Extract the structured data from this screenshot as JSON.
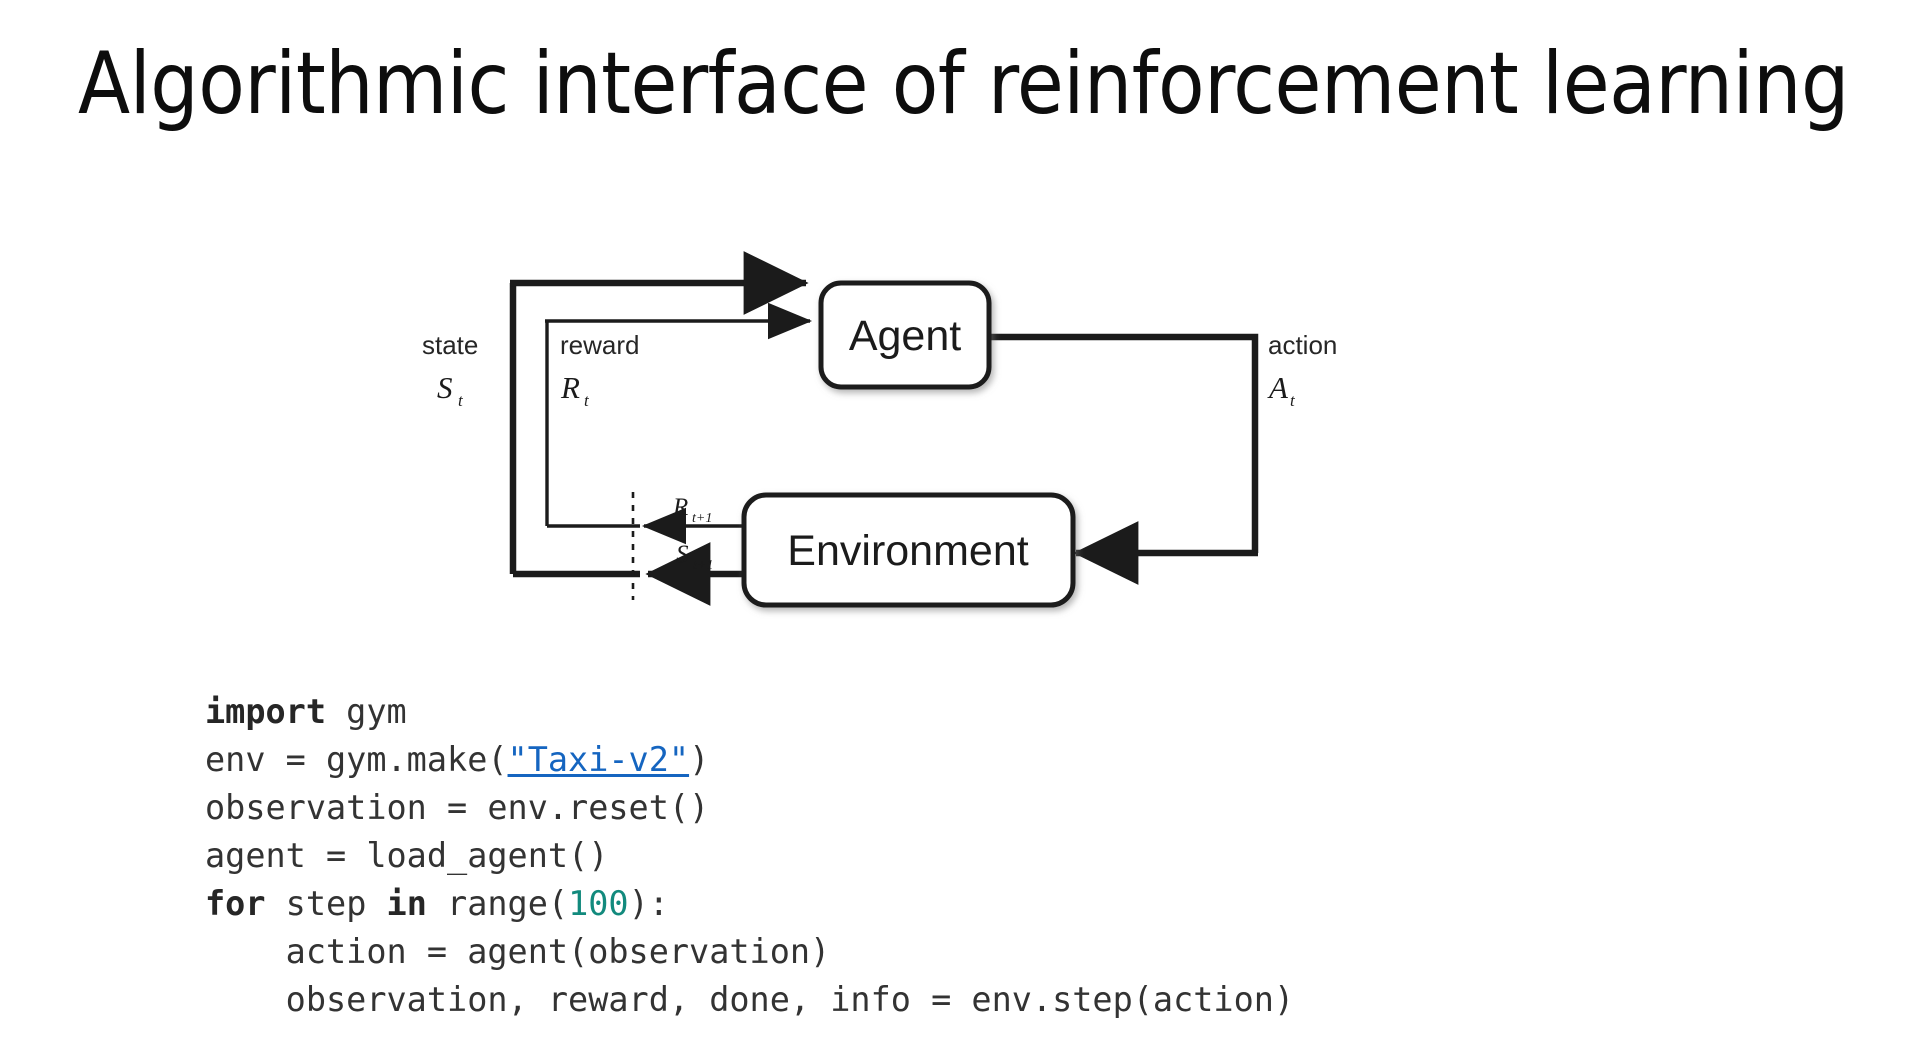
{
  "slide": {
    "title": "Algorithmic interface of reinforcement learning",
    "background_color": "#ffffff"
  },
  "diagram": {
    "name": "agent-environment-interaction-loop",
    "boxes": [
      {
        "id": "agent",
        "label": "Agent"
      },
      {
        "id": "environment",
        "label": "Environment"
      }
    ],
    "edge_labels": [
      {
        "id": "state",
        "word": "state",
        "symbol": "S",
        "subscript": "t"
      },
      {
        "id": "reward",
        "word": "reward",
        "symbol": "R",
        "subscript": "t"
      },
      {
        "id": "action",
        "word": "action",
        "symbol": "A",
        "subscript": "t"
      },
      {
        "id": "reward-next",
        "word": "",
        "symbol": "R",
        "subscript": "t+1"
      },
      {
        "id": "state-next",
        "word": "",
        "symbol": "S",
        "subscript": "t+1"
      }
    ],
    "stroke_color": "#1b1b1b"
  },
  "code": {
    "language": "python",
    "link_color": "#1565c0",
    "number_color": "#128a7d",
    "lines": [
      {
        "id": "line-1",
        "tokens": [
          {
            "t": "import",
            "k": "kw"
          },
          {
            "t": " gym",
            "k": ""
          }
        ]
      },
      {
        "id": "line-2",
        "tokens": [
          {
            "t": "env = gym.make(",
            "k": ""
          },
          {
            "t": "\"Taxi-v2\"",
            "k": "lnk"
          },
          {
            "t": ")",
            "k": ""
          }
        ]
      },
      {
        "id": "line-3",
        "tokens": [
          {
            "t": "observation = env.reset()",
            "k": ""
          }
        ]
      },
      {
        "id": "line-4",
        "tokens": [
          {
            "t": "agent = load_agent()",
            "k": ""
          }
        ]
      },
      {
        "id": "line-5",
        "tokens": [
          {
            "t": "for",
            "k": "kw"
          },
          {
            "t": " step ",
            "k": ""
          },
          {
            "t": "in",
            "k": "kw"
          },
          {
            "t": " range(",
            "k": ""
          },
          {
            "t": "100",
            "k": "num"
          },
          {
            "t": "):",
            "k": ""
          }
        ]
      },
      {
        "id": "line-6",
        "tokens": [
          {
            "t": "    action = agent(observation)",
            "k": ""
          }
        ]
      },
      {
        "id": "line-7",
        "tokens": [
          {
            "t": "    observation, reward, done, info = env.step(action)",
            "k": ""
          }
        ]
      }
    ]
  }
}
